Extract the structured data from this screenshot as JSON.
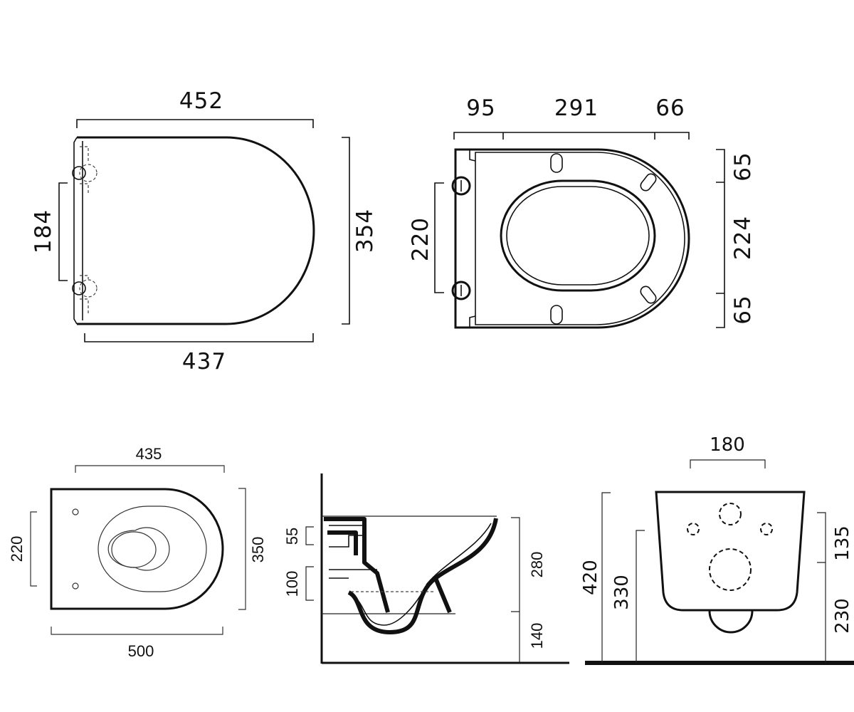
{
  "dimensions": {
    "top_left": {
      "width_top": "452",
      "width_bottom": "437",
      "height": "354",
      "hinge_spacing": "184"
    },
    "top_right": {
      "seg_a": "95",
      "seg_b": "291",
      "seg_c": "66",
      "fix_spacing": "220",
      "v_top": "65",
      "v_mid": "224",
      "v_bot": "65"
    },
    "bottom_left": {
      "width_top": "435",
      "width_bottom": "500",
      "height": "350",
      "fix_spacing": "220"
    },
    "bottom_mid": {
      "upper_a": "55",
      "upper_b": "100",
      "height_total": "280",
      "height_floor": "140"
    },
    "bottom_right": {
      "top_width": "180",
      "height_total": "420",
      "height_mid": "330",
      "height_upper": "135",
      "height_lower": "230"
    }
  }
}
